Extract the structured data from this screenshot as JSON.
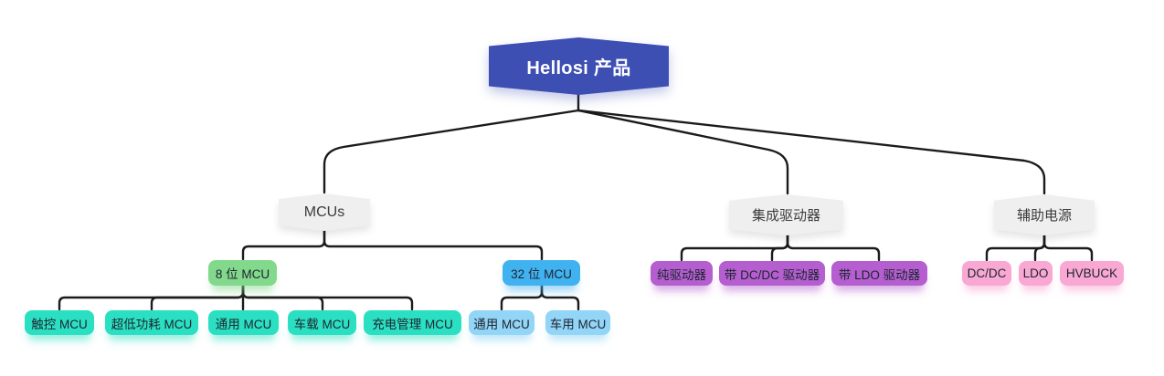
{
  "colors": {
    "canvas_bg": "#ffffff",
    "edge": "#1b1b1b",
    "root_bg": "#3e4fb4",
    "root_text": "#ffffff",
    "branch_bg": "#efefef",
    "green": "#82d98c",
    "blue": "#41b2f0",
    "teal": "#2be0c2",
    "light_blue": "#93d5f7",
    "purple": "#b55ecf",
    "pink": "#f9a8d3"
  },
  "mindmap": {
    "root": {
      "label": "Hellosi 产品"
    },
    "branches": [
      {
        "label": "MCUs",
        "children": [
          {
            "label": "8 位 MCU",
            "children": [
              {
                "label": "触控 MCU"
              },
              {
                "label": "超低功耗 MCU"
              },
              {
                "label": "通用 MCU"
              },
              {
                "label": "车载 MCU"
              },
              {
                "label": "充电管理 MCU"
              }
            ]
          },
          {
            "label": "32 位 MCU",
            "children": [
              {
                "label": "通用 MCU"
              },
              {
                "label": "车用 MCU"
              }
            ]
          }
        ]
      },
      {
        "label": "集成驱动器",
        "children": [
          {
            "label": "纯驱动器"
          },
          {
            "label": "带 DC/DC 驱动器"
          },
          {
            "label": "带 LDO 驱动器"
          }
        ]
      },
      {
        "label": "辅助电源",
        "children": [
          {
            "label": "DC/DC"
          },
          {
            "label": "LDO"
          },
          {
            "label": "HVBUCK"
          }
        ]
      }
    ]
  }
}
